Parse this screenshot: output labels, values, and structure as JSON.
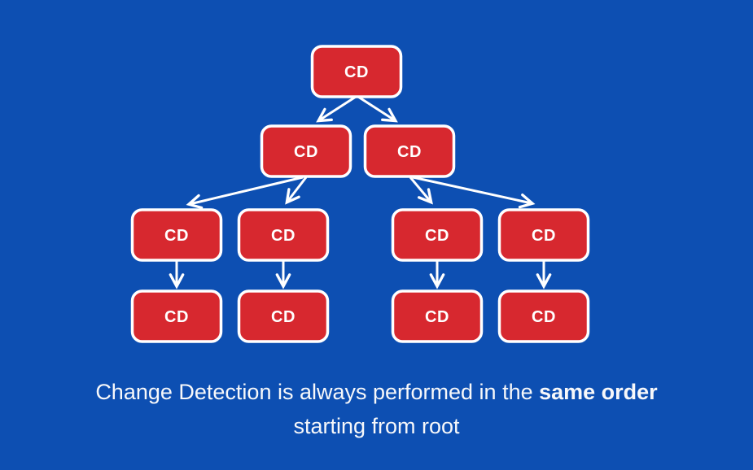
{
  "colors": {
    "background": "#0d4fb2",
    "node_fill": "#d7282f",
    "node_border": "#ffffff",
    "arrow": "#ffffff",
    "caption_text": "#f7f8fa"
  },
  "diagram": {
    "description": "change-detection-tree",
    "nodes": [
      {
        "id": "root",
        "label": "CD"
      },
      {
        "id": "child-left",
        "label": "CD"
      },
      {
        "id": "child-right",
        "label": "CD"
      },
      {
        "id": "grandchild-1",
        "label": "CD"
      },
      {
        "id": "grandchild-2",
        "label": "CD"
      },
      {
        "id": "grandchild-3",
        "label": "CD"
      },
      {
        "id": "grandchild-4",
        "label": "CD"
      },
      {
        "id": "leaf-1",
        "label": "CD"
      },
      {
        "id": "leaf-2",
        "label": "CD"
      },
      {
        "id": "leaf-3",
        "label": "CD"
      },
      {
        "id": "leaf-4",
        "label": "CD"
      }
    ],
    "edges": [
      "root->child-left",
      "root->child-right",
      "child-left->grandchild-1",
      "child-left->grandchild-2",
      "child-right->grandchild-3",
      "child-right->grandchild-4",
      "grandchild-1->leaf-1",
      "grandchild-2->leaf-2",
      "grandchild-3->leaf-3",
      "grandchild-4->leaf-4"
    ]
  },
  "caption": {
    "line1_regular": "Change Detection is always performed in the ",
    "line1_bold": "same order",
    "line2": "starting from root"
  }
}
